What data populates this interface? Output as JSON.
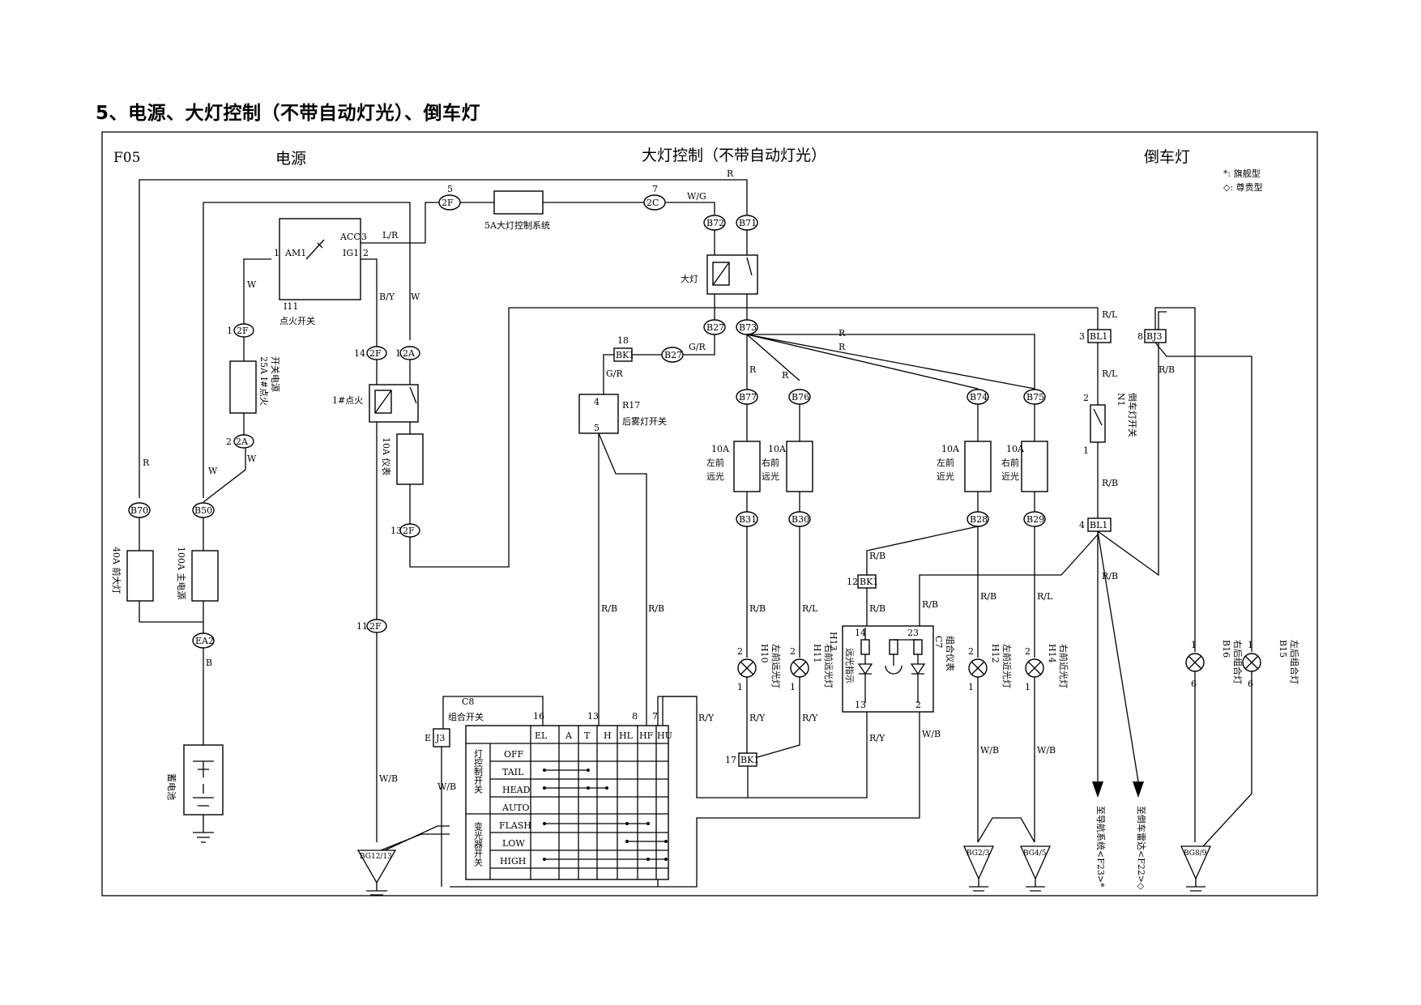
{
  "title": "5、电源、大灯控制（不带自动灯光）、倒车灯",
  "diagram_id": "F05",
  "sections": {
    "power": "电源",
    "headlamp": "大灯控制（不带自动灯光）",
    "reverse": "倒车灯"
  },
  "legend": [
    "*: 旗舰型",
    "◇: 尊贵型"
  ],
  "connectors": {
    "B70": "B70",
    "B50": "B50",
    "EA2": "EA2",
    "2F_1": "2F",
    "2A_2": "2A",
    "2F_14": "2F",
    "2A_1": "2A",
    "2F_13": "2F",
    "2F_11": "2F",
    "2F_5": "2F",
    "2C_7": "2C",
    "B72": "B72",
    "B71": "B71",
    "B27a": "B27",
    "B73": "B73",
    "BK1_18": "BK1",
    "B27b": "B27",
    "B77": "B77",
    "B76": "B76",
    "B74": "B74",
    "B75": "B75",
    "B31": "B31",
    "B30": "B30",
    "B28": "B28",
    "B29": "B29",
    "BL1_3": "BL1",
    "BL1_4": "BL1",
    "BJ3": "BJ3",
    "BK1_12": "BK1",
    "BK1_17": "BK1",
    "J3": "J3"
  },
  "components": {
    "ignition_switch": {
      "code": "I11",
      "name": "点火开关",
      "am1": "AM1",
      "acc": "ACC",
      "ig1": "IG1"
    },
    "fuse_40a": "40A 前大灯",
    "fuse_100a": "100A 主电源",
    "fuse_25a_line1": "25A I#点火",
    "fuse_25a_line2": "开关电源",
    "fuse_10a_meter": "10A 仪表",
    "relay_ig1": "1#点火",
    "fuse_5a": "5A大灯控制系统",
    "relay_headlamp": "大灯",
    "battery": "蓄电池",
    "rear_fog_switch": {
      "code": "R17",
      "name": "后雾灯开关"
    },
    "fuse_lh_high": [
      "10A",
      "左前",
      "远光"
    ],
    "fuse_rh_high": [
      "10A",
      "右前",
      "远光"
    ],
    "fuse_lh_low": [
      "10A",
      "左前",
      "近光"
    ],
    "fuse_rh_low": [
      "10A",
      "右前",
      "近光"
    ],
    "lamp_h10": {
      "code": "H10",
      "name": "左前远光灯"
    },
    "lamp_h11": {
      "code": "H11",
      "name": "右前远光灯"
    },
    "lamp_h12": {
      "code": "H12",
      "name": "左前近光灯"
    },
    "lamp_h14": {
      "code": "H14",
      "name": "右前近光灯"
    },
    "meter": {
      "code": "C7",
      "name": "组合仪表",
      "indicator": "远光指示"
    },
    "h13": "H13",
    "reverse_switch": {
      "code": "N1",
      "name": "倒车灯开关"
    },
    "lamp_b16": {
      "code": "B16",
      "name": "右后组合灯"
    },
    "lamp_b15": {
      "code": "B15",
      "name": "左后组合灯"
    },
    "combo_switch": {
      "code": "C8",
      "name": "组合开关"
    }
  },
  "grounds": [
    "BG12/13",
    "BG2/3",
    "BG4/5",
    "BG8/9"
  ],
  "arrows": [
    "至导航系统<F23>*",
    "至倒车雷达<F22>◇"
  ],
  "switch_table": {
    "columns": [
      "EL",
      "A",
      "T",
      "H",
      "HL",
      "HF",
      "HU"
    ],
    "group1": "灯控制开关",
    "group2": "变光器开关",
    "rows": [
      "OFF",
      "TAIL",
      "HEAD",
      "AUTO",
      "FLASH",
      "LOW",
      "HIGH"
    ],
    "pins": [
      "16",
      "13",
      "8",
      "7"
    ]
  },
  "wires": {
    "R": "R",
    "W": "W",
    "B": "B",
    "LR": "L/R",
    "BY": "B/Y",
    "WG": "W/G",
    "GR": "G/R",
    "RB": "R/B",
    "RL": "R/L",
    "RY": "R/Y",
    "WB": "W/B"
  }
}
